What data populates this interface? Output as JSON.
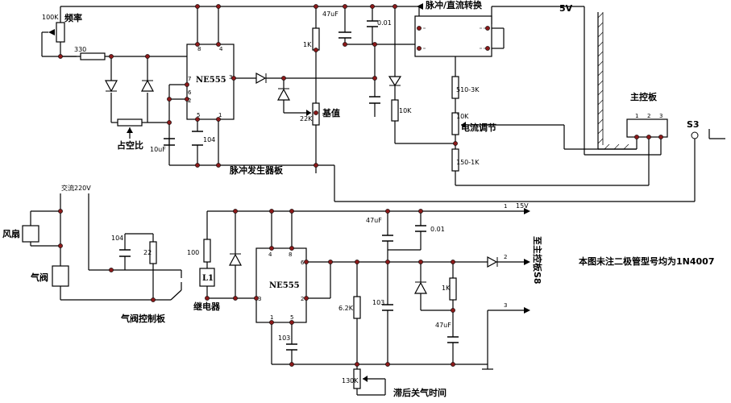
{
  "labels": {
    "freq": "频率",
    "duty": "占空比",
    "pulse_board": "脉冲发生器板",
    "pulse_dc": "脉冲/直流转换",
    "current_adj": "电流调节",
    "base_value": "基值",
    "main_board": "主控板",
    "five_v": "5V",
    "s3": "S3",
    "fan": "风扇",
    "valve": "气阀",
    "valve_board": "气阀控制板",
    "relay": "继电器",
    "lag_time": "滞后关气时间",
    "to_main": "至主控板S8",
    "note": "本图未注二极管型号均为1N4007",
    "ac220": "交流220V",
    "fifteen_v": "15V"
  },
  "components": {
    "r_100k": "100K",
    "r_330": "330",
    "c_10uf": "10uF",
    "c_104_a": "104",
    "c_47uf_a": "47uF",
    "c_001_a": "0.01",
    "r_1k_a": "1K",
    "r_22k": "22K",
    "r_10k": "10K",
    "r_510_3k": "510-3K",
    "r_10k_b": "10K",
    "r_150_1k": "150-1K",
    "ic_top": "NE555",
    "ic_bottom": "NE555",
    "c_104_b": "104",
    "r_22": "22",
    "r_100": "100",
    "relay_l1": "L1",
    "c_47uf_b": "47uF",
    "c_001_b": "0.01",
    "r_62k": "6.2K",
    "c_103_a": "103",
    "c_103_b": "103",
    "r_1k_b": "1K",
    "c_47uf_c": "47uF",
    "r_130k": "130K"
  },
  "pins": {
    "top": {
      "p8": "8",
      "p4": "4",
      "p7": "7",
      "p3": "3",
      "p6": "6",
      "p2": "2",
      "p5": "5",
      "p1": "1"
    },
    "bottom": {
      "p4": "4",
      "p8": "8",
      "p6": "6",
      "p3": "3",
      "p2": "2",
      "p1": "1",
      "p5": "5"
    },
    "main": {
      "p1": "1",
      "p2": "2",
      "p3": "3"
    },
    "out": {
      "o1": "1",
      "o2": "2",
      "o3": "3"
    }
  }
}
